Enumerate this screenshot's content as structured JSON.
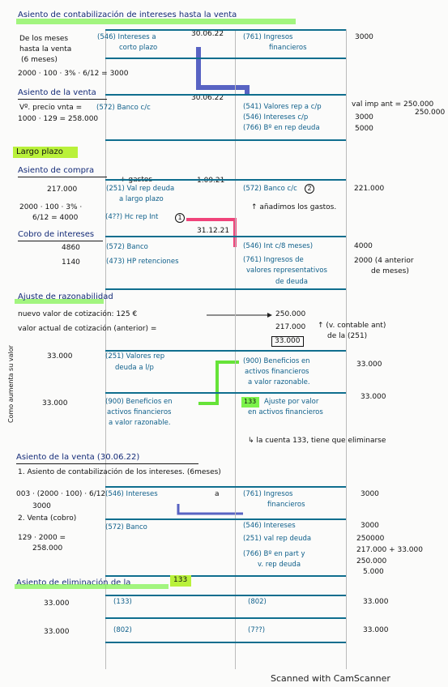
{
  "sections": {
    "s1_title": "Asiento de contabilización de intereses hasta la venta",
    "s1_left1": "De los meses",
    "s1_left2": "hasta la venta",
    "s1_left3": "(6 meses)",
    "s1_formula": "2000 · 100 · 3% · 6/12 = 3000",
    "s1_debit": "(546) Intereses a",
    "s1_debit2": "corto plazo",
    "s1_date": "30.06.22",
    "s1_credit": "(761) Ingresos",
    "s1_credit2": "financieros",
    "s1_amount": "3000",
    "s2_title": "Asiento de la venta",
    "s2_left1": "Vº. precio vnta =",
    "s2_left2": "1000 · 129 = 258.000",
    "s2_debit": "(572) Banco c/c",
    "s2_date": "30.06.22",
    "s2_c1": "(541) Valores rep a c/p",
    "s2_c2": "(546) Intereses c/p",
    "s2_c3": "(766) Bº en rep deuda",
    "s2_r1": "val imp ant = 250.000",
    "s2_r1b": "250.000",
    "s2_r2": "3000",
    "s2_r3": "5000",
    "s3_badge": "Largo plazo",
    "s3_title": "Asiento de compra",
    "s3_gastos": "+ gastos",
    "s3_amount_left": "217.000",
    "s3_debit1": "(251) Val rep deuda",
    "s3_debit1b": "a largo plazo",
    "s3_calc1": "2000 · 100 · 3% ·",
    "s3_calc2": "6/12 = 4000",
    "s3_debit2": "(4??) Hc rep Int",
    "s3_circle1": "1",
    "s3_date": "1.09.21",
    "s3_credit": "(572) Banco c/c",
    "s3_circle2": "2",
    "s3_amount_right": "221.000",
    "s3_note": "↑ añadimos los gastos.",
    "s4_title": "Cobro de intereses",
    "s4_date": "31.12.21",
    "s4_a1": "4860",
    "s4_a2": "1140",
    "s4_d1": "(572) Banco",
    "s4_d2": "(473) HP retenciones",
    "s4_c1": "(546) Int c/8 meses)",
    "s4_c2": "(761) Ingresos de",
    "s4_c3": "valores representativos",
    "s4_c4": "de deuda",
    "s4_r1": "4000",
    "s4_r2": "2000 (4 anterior",
    "s4_r3": "de meses)",
    "s5_title": "Ajuste de razonabilidad",
    "s5_l1": "nuevo valor de cotización: 125 €",
    "s5_l2": "valor actual de cotización (anterior) =",
    "s5_v1": "250.000",
    "s5_v2": "217.000",
    "s5_v3": "33.000",
    "s5_note1": "↑ (v. contable ant)",
    "s5_note2": "de la (251)",
    "s5_side": "Como aumenta su valor",
    "s5_a1": "33.000",
    "s5_d1": "(251) Valores rep",
    "s5_d1b": "deuda a l/p",
    "s5_c1": "(900) Beneficios en",
    "s5_c1b": "activos financieros",
    "s5_c1c": "a valor razonable.",
    "s5_r1": "33.000",
    "s5_a2": "33.000",
    "s5_d2": "(900) Beneficios en",
    "s5_d2b": "activos financieros",
    "s5_d2c": "a valor razonable.",
    "s5_c2badge": "133",
    "s5_c2": "Ajuste por valor",
    "s5_c2b": "en activos financieros",
    "s5_r2": "33.000",
    "s5_note3": "↳ la cuenta 133, tiene que eliminarse",
    "s6_title": "Asiento de la venta (30.06.22)",
    "s6_step1": "1. Asiento de contabilización de los intereses. (6meses)",
    "s6_calc1": "003 · (2000 · 100) · 6/12",
    "s6_calc2": "3000",
    "s6_d1": "(546) Intereses",
    "s6_a": "a",
    "s6_c1": "(761) Ingresos",
    "s6_c1b": "financieros",
    "s6_r1": "3000",
    "s6_step2": "2. Venta (cobro)",
    "s6_d2": "(572) Banco",
    "s6_calc3": "129 · 2000 =",
    "s6_calc4": "258.000",
    "s6_c2": "(546) Intereses",
    "s6_c3": "(251) val rep deuda",
    "s6_c4": "(766) Bº en part y",
    "s6_c5": "v. rep deuda",
    "s6_r2": "3000",
    "s6_r3": "250000",
    "s6_r4": "217.000 + 33.000",
    "s6_r5": "250.000",
    "s6_r6": "5.000",
    "s7_title": "Asiento de eliminación de la",
    "s7_badge": "133",
    "s7_a1": "33.000",
    "s7_d1": "(133)",
    "s7_c1": "(802)",
    "s7_r1": "33.000",
    "s7_a2": "33.000",
    "s7_d2": "(802)",
    "s7_c2": "(7??)",
    "s7_r2": "33.000"
  },
  "footer": "Scanned with CamScanner",
  "colors": {
    "ink": "#0e5f8a",
    "green_marker": "#7cf24a",
    "lime_marker": "#b9f13a",
    "pink_marker": "#ee2f6b",
    "blue_marker": "#3b48b8"
  }
}
